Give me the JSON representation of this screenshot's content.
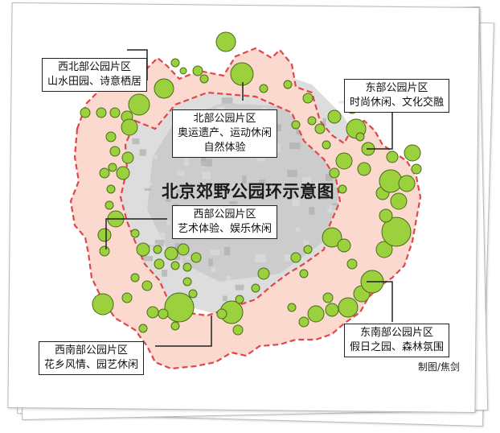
{
  "map": {
    "title": "北京郊野公园环示意图",
    "credit": "制图/焦剑",
    "colors": {
      "ring_fill": "#fbd9cf",
      "ring_border": "#e0474a",
      "park_fill": "#9bd13c",
      "park_stroke": "#4b6a1c",
      "city": "#c9c9c9",
      "leader": "#222222"
    },
    "districts": [
      {
        "id": "northwest",
        "name": "西北部公园片区",
        "theme": "山水田园、诗意栖居"
      },
      {
        "id": "north",
        "name": "北部公园片区",
        "theme": "奥运遗产、运动休闲",
        "theme2": "自然体验"
      },
      {
        "id": "east",
        "name": "东部公园片区",
        "theme": "时尚休闲、文化交融"
      },
      {
        "id": "west",
        "name": "西部公园片区",
        "theme": "艺术体验、娱乐休闲"
      },
      {
        "id": "southwest",
        "name": "西南部公园片区",
        "theme": "花乡风情、园艺休闲"
      },
      {
        "id": "southeast",
        "name": "东南部公园片区",
        "theme": "假日之园、森林氛围"
      }
    ]
  }
}
